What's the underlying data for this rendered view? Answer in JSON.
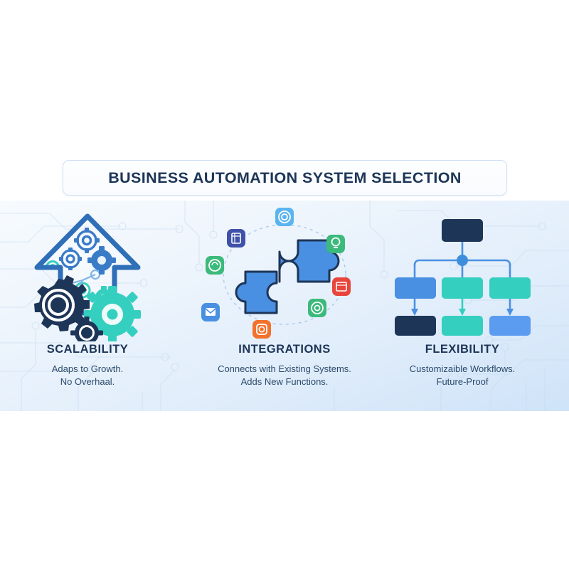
{
  "title": {
    "text": "BUSINESS AUTOMATION SYSTEM SELECTION"
  },
  "columns": [
    {
      "id": "scalability",
      "heading": "SCALABILITY",
      "lines": [
        "Adaps to Growth.",
        "No Overhaal."
      ],
      "icon": "upward-arrow-with-gears-icon"
    },
    {
      "id": "integrations",
      "heading": "INTEGRATIONS",
      "lines": [
        "Connects with Existing Systems.",
        "Adds New Functions."
      ],
      "icon": "interlocking-puzzle-pieces-icon"
    },
    {
      "id": "flexibility",
      "heading": "FLEXIBILITY",
      "lines": [
        "Customizaible Workflows.",
        "Future-Proof"
      ],
      "icon": "workflow-flowchart-icon"
    }
  ],
  "colors": {
    "navy": "#1d3557",
    "deep_navy": "#17324f",
    "arrow_blue": "#2f6fb8",
    "bright_blue": "#4a90e2",
    "sky_blue": "#5b9cf0",
    "teal": "#35cfc0",
    "teal_dark": "#2bb8ad",
    "green": "#3cba7c",
    "red": "#e8453c",
    "orange": "#f2712c",
    "indigo": "#3f51a8",
    "panel_light": "#f7fbfe",
    "panel_dark": "#cfe3f8",
    "title_border": "#cfe0f3",
    "circuit": "#c3d9f0"
  },
  "app_icons": [
    {
      "name": "app-icon-spreadsheet",
      "color": "#3f51a8",
      "glyph": "spreadsheet"
    },
    {
      "name": "app-icon-chat-green",
      "color": "#3cba7c",
      "glyph": "circle"
    },
    {
      "name": "app-icon-mail",
      "color": "#4a90e2",
      "glyph": "envelope"
    },
    {
      "name": "app-icon-camera",
      "color": "#f2712c",
      "glyph": "camera"
    },
    {
      "name": "app-icon-target-blue",
      "color": "#5bb4f0",
      "glyph": "circle"
    },
    {
      "name": "app-icon-bulb-green",
      "color": "#3cba7c",
      "glyph": "bulb"
    },
    {
      "name": "app-icon-news-red",
      "color": "#e8453c",
      "glyph": "news"
    },
    {
      "name": "app-icon-target-green",
      "color": "#3cba7c",
      "glyph": "circle"
    }
  ],
  "flowchart": {
    "top_node_color": "#1d3557",
    "junction_color": "#3d8fdd",
    "middle_nodes": [
      "#4a90e2",
      "#35cfc0",
      "#35cfc0"
    ],
    "bottom_nodes": [
      "#1d3557",
      "#35cfc0",
      "#5b9cf0"
    ]
  }
}
